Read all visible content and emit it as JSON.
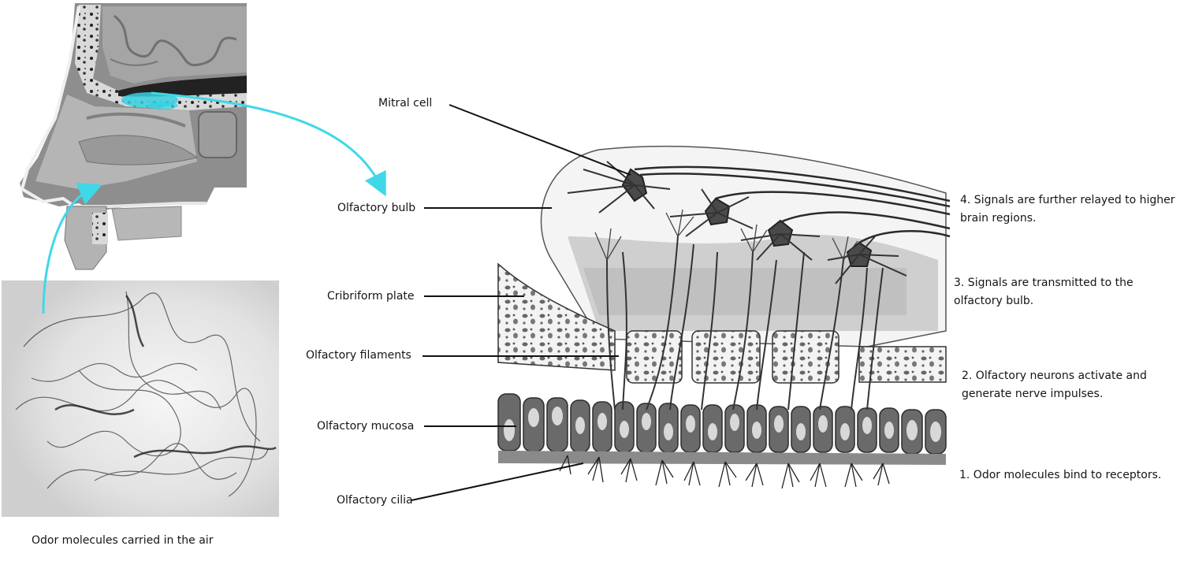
{
  "labels": {
    "mitral_cell": "Mitral cell",
    "olfactory_bulb": "Olfactory bulb",
    "cribriform_plate": "Cribriform plate",
    "olfactory_filaments": "Olfactory filaments",
    "olfactory_mucosa": "Olfactory mucosa",
    "olfactory_cilia": "Olfactory cilia"
  },
  "caption": "Odor molecules carried in the air",
  "steps": {
    "step4": [
      "4. Signals are further relayed to higher",
      "brain regions."
    ],
    "step3": [
      "3. Signals are transmitted to the",
      "olfactory bulb."
    ],
    "step2": [
      "2. Olfactory neurons activate and",
      "generate nerve impulses."
    ],
    "step1": [
      "1. Odor molecules bind to receptors."
    ]
  },
  "colors": {
    "arrow": "#3fd8e8",
    "highlight": "#35d0e0",
    "tissue_dark": "#555555",
    "tissue_mid": "#9a9a9a",
    "tissue_light": "#d2d2d2",
    "leader_line": "#111111"
  }
}
